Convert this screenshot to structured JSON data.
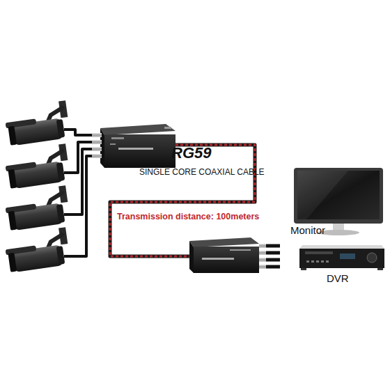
{
  "diagram": {
    "nodes": [
      {
        "text": [
          "Monitor"
        ]
      },
      {
        "text": [
          "DVR"
        ]
      }
    ],
    "labels": [
      "RG59",
      "SINGLE CORE COAXIAL CABLE",
      "Transmission distance: 100meters"
    ]
  }
}
